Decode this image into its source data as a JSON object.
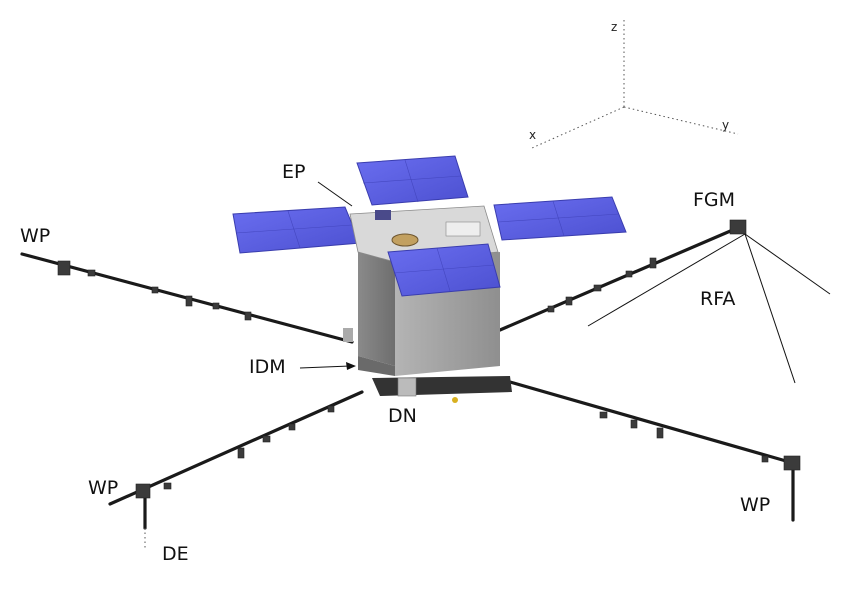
{
  "axes": {
    "z": "z",
    "x": "x",
    "y": "y"
  },
  "labels": {
    "ep": "EP",
    "fgm": "FGM",
    "rfa": "RFA",
    "idm": "IDM",
    "dn": "DN",
    "de": "DE",
    "wp_upper_left": "WP",
    "wp_lower_left": "WP",
    "wp_lower_right": "WP"
  },
  "colors": {
    "solar_panel": "#5b5fdc",
    "body": "#9c9c9c",
    "boom": "#1a1a1a"
  }
}
